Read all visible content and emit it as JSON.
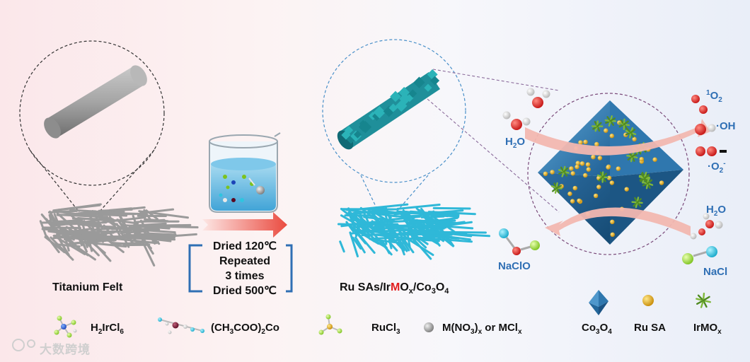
{
  "labels": {
    "titanium_felt": "Titanium Felt",
    "product_prefix": "Ru SAs/Ir",
    "product_m": "M",
    "product_suffix": "O",
    "product_x": "x",
    "product_tail": "/Co",
    "product_3a": "3",
    "product_o4": "O",
    "product_4": "4"
  },
  "process_steps": [
    "Dried 120℃",
    "Repeated",
    "3 times",
    "Dried 500℃"
  ],
  "reaction": {
    "h2o_left": "H",
    "h2o_left_sub": "2",
    "h2o_left_o": "O",
    "h2o_right": "H",
    "h2o_right_sub": "2",
    "h2o_right_o": "O",
    "naclo": "NaClO",
    "nacl": "NaCl",
    "singlet_sup": "1",
    "singlet_o": "O",
    "singlet_sub": "2",
    "oh": "·OH",
    "superoxide_o": "·O",
    "superoxide_sub": "2",
    "superoxide_sup": "-"
  },
  "legend": {
    "h2ircl6": {
      "a": "H",
      "b": "2",
      "c": "IrCl",
      "d": "6"
    },
    "coacetate": {
      "a": "(CH",
      "b": "3",
      "c": "COO)",
      "d": "2",
      "e": "Co"
    },
    "rucl3": {
      "a": "RuCl",
      "b": "3"
    },
    "metal_salt": {
      "a": "M(NO",
      "b": "3",
      "c": ")",
      "d": "x",
      "e": " or MCl",
      "f": "x"
    },
    "co3o4": {
      "a": "Co",
      "b": "3",
      "c": "O",
      "d": "4"
    },
    "ru_sa": "Ru SA",
    "irmox": {
      "a": "IrMO",
      "b": "x"
    }
  },
  "watermark": "大数跨境",
  "colors": {
    "fiber_gray": "#9a9a9a",
    "fiber_cyan": "#2fb8d8",
    "octa_blue": "#2e7fb8",
    "ru_gold": "#e0a91a",
    "irmox_green": "#5a8a2a",
    "arrow_red": "#e8463c",
    "text_blue": "#2f6fb4"
  }
}
